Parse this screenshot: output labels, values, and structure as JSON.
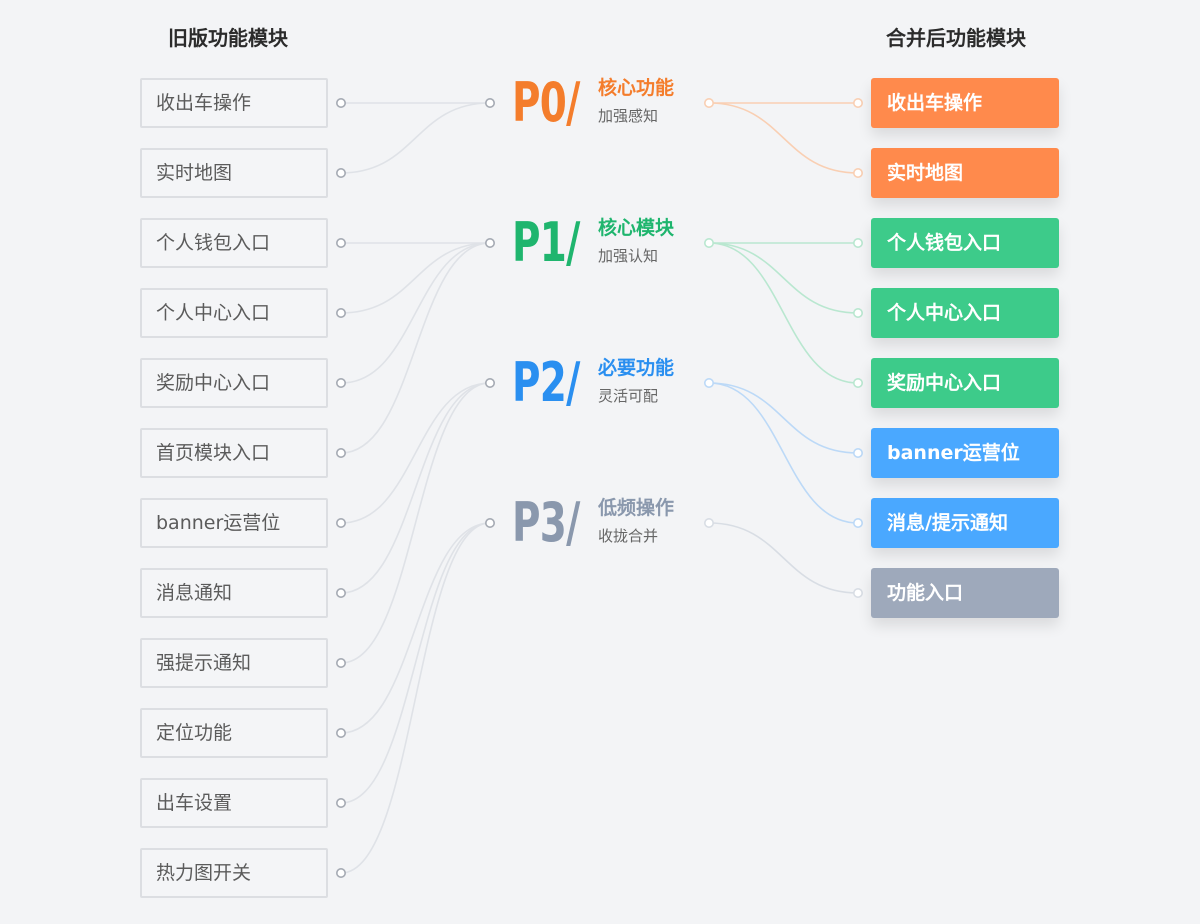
{
  "headings": {
    "old": "旧版功能模块",
    "new": "合并后功能模块"
  },
  "old_modules": [
    "收出车操作",
    "实时地图",
    "个人钱包入口",
    "个人中心入口",
    "奖励中心入口",
    "首页模块入口",
    "banner运营位",
    "消息通知",
    "强提示通知",
    "定位功能",
    "出车设置",
    "热力图开关"
  ],
  "priorities": [
    {
      "code": "P0/",
      "title": "核心功能",
      "subtitle": "加强感知",
      "color": "#f47d2c",
      "line_color": "#f9cfb3"
    },
    {
      "code": "P1/",
      "title": "核心模块",
      "subtitle": "加强认知",
      "color": "#1fb56e",
      "line_color": "#b9e7d0"
    },
    {
      "code": "P2/",
      "title": "必要功能",
      "subtitle": "灵活可配",
      "color": "#2a8ff0",
      "line_color": "#bcd9f7"
    },
    {
      "code": "P3/",
      "title": "低频操作",
      "subtitle": "收拢合并",
      "color": "#8a98ad",
      "line_color": "#d8dde4"
    }
  ],
  "new_modules": [
    {
      "label": "收出车操作",
      "color": "#ff8a4c"
    },
    {
      "label": "实时地图",
      "color": "#ff8a4c"
    },
    {
      "label": "个人钱包入口",
      "color": "#3dcb8a"
    },
    {
      "label": "个人中心入口",
      "color": "#3dcb8a"
    },
    {
      "label": "奖励中心入口",
      "color": "#3dcb8a"
    },
    {
      "label": "banner运营位",
      "color": "#4aa8ff"
    },
    {
      "label": "消息/提示通知",
      "color": "#4aa8ff"
    },
    {
      "label": "功能入口",
      "color": "#9ea9bb"
    }
  ],
  "links_old_to_priority": [
    [
      0,
      0
    ],
    [
      1,
      0
    ],
    [
      2,
      1
    ],
    [
      3,
      1
    ],
    [
      4,
      1
    ],
    [
      5,
      1
    ],
    [
      6,
      2
    ],
    [
      7,
      2
    ],
    [
      8,
      2
    ],
    [
      9,
      3
    ],
    [
      10,
      3
    ],
    [
      11,
      3
    ]
  ],
  "links_priority_to_new": [
    [
      0,
      0
    ],
    [
      0,
      1
    ],
    [
      1,
      2
    ],
    [
      1,
      3
    ],
    [
      1,
      4
    ],
    [
      2,
      5
    ],
    [
      2,
      6
    ],
    [
      3,
      7
    ]
  ],
  "colors": {
    "old_line": "#dfe2e7",
    "old_dot": "#a5aab3",
    "background": "#f3f4f6"
  }
}
